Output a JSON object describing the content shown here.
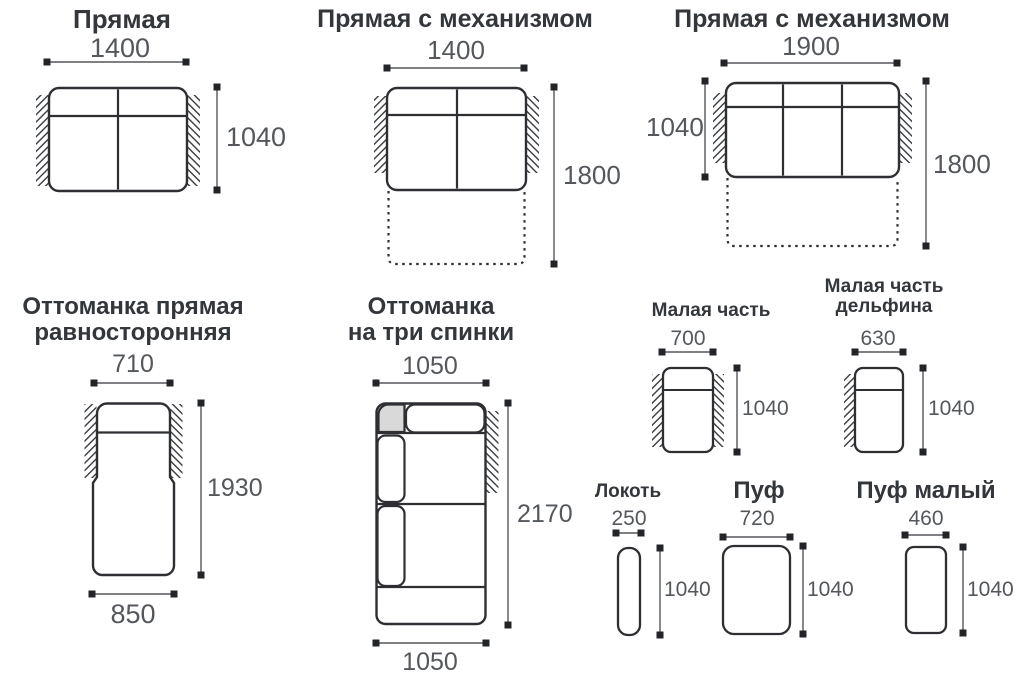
{
  "palette": {
    "background": "#ffffff",
    "title_color": "#33363b",
    "number_color": "#54575c",
    "outline_color": "#2d2f33",
    "dim_line_color": "#54575c",
    "marker_color": "#232428",
    "hatch_color": "#3c3f43",
    "corner_block_fill": "#d9d9d9"
  },
  "units": "mm",
  "diagrams": [
    {
      "id": "straight",
      "title": "Прямая",
      "width_label": "1400",
      "height_label": "1040"
    },
    {
      "id": "straight-with-mechanism-1400",
      "title": "Прямая с механизмом",
      "width_label": "1400",
      "height_label": "1800"
    },
    {
      "id": "straight-with-mechanism-1900",
      "title": "Прямая с механизмом",
      "width_label": "1900",
      "height_left_label": "1040",
      "height_right_label": "1800"
    },
    {
      "id": "ottoman-straight-equal",
      "title_line1": "Оттоманка прямая",
      "title_line2": "равносторонняя",
      "top_width_label": "710",
      "bottom_width_label": "850",
      "height_label": "1930"
    },
    {
      "id": "ottoman-three-backs",
      "title_line1": "Оттоманка",
      "title_line2": "на три спинки",
      "top_width_label": "1050",
      "bottom_width_label": "1050",
      "height_label": "2170"
    },
    {
      "id": "small-part",
      "title": "Малая часть",
      "width_label": "700",
      "height_label": "1040"
    },
    {
      "id": "small-part-dolphin",
      "title_line1": "Малая часть",
      "title_line2": "дельфина",
      "width_label": "630",
      "height_label": "1040"
    },
    {
      "id": "elbow",
      "title": "Локоть",
      "width_label": "250",
      "height_label": "1040"
    },
    {
      "id": "pouf",
      "title": "Пуф",
      "width_label": "720",
      "height_label": "1040"
    },
    {
      "id": "pouf-small",
      "title": "Пуф малый",
      "width_label": "460",
      "height_label": "1040"
    }
  ]
}
